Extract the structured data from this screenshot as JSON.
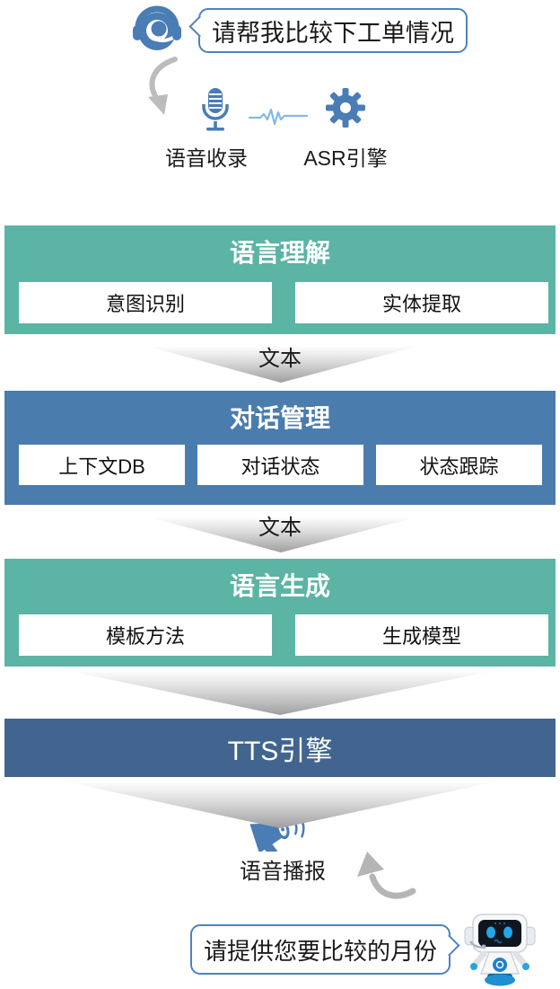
{
  "diagram": {
    "user_bubble": "请帮我比较下工单情况",
    "voice_capture_label": "语音收录",
    "asr_label": "ASR引擎",
    "text_arrow_label": "文本",
    "blocks": [
      {
        "title": "语言理解",
        "items": [
          "意图识别",
          "实体提取"
        ]
      },
      {
        "title": "对话管理",
        "items": [
          "上下文DB",
          "对话状态",
          "状态跟踪"
        ]
      },
      {
        "title": "语言生成",
        "items": [
          "模板方法",
          "生成模型"
        ]
      },
      {
        "title": "TTS引擎",
        "items": []
      }
    ],
    "broadcast_label": "语音播报",
    "bot_bubble": "请提供您要比较的月份"
  },
  "icons": {
    "top": [
      "headset-agent-icon",
      "curvy-arrow-down-icon",
      "microphone-icon",
      "waveform-icon",
      "gear-icon"
    ],
    "bottom": [
      "megaphone-icon",
      "curvy-arrow-up-icon",
      "robot-icon"
    ],
    "connectors": [
      "chevron-down-arrow"
    ]
  },
  "colors": {
    "stage_green": "#5BB4A4",
    "stage_blue": "#4B7CAE",
    "tts_dark_blue": "#41658E",
    "icon_blue": "#4A7CB5",
    "bubble_border": "#4E82BE",
    "arrow_gray": "#BCBCBC",
    "waveform_blue": "#85B9E4"
  }
}
